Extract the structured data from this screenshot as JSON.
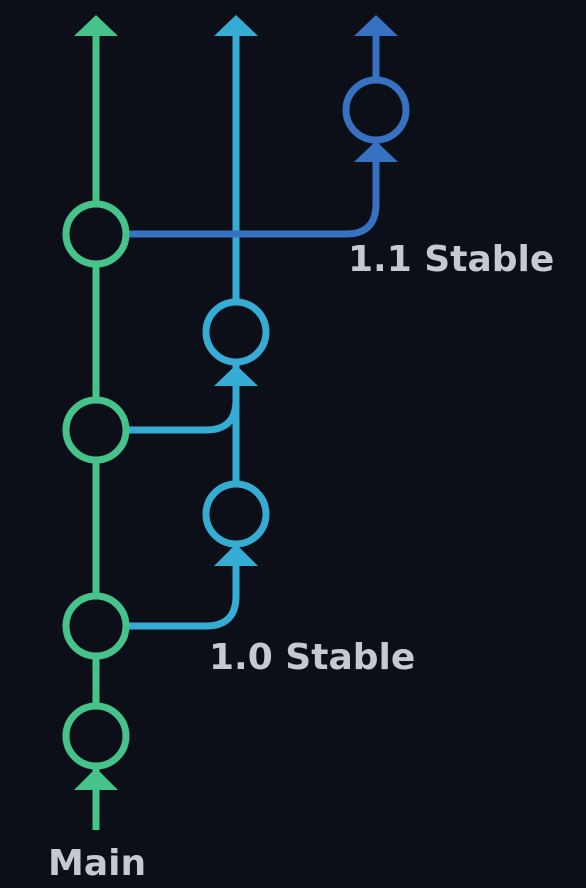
{
  "colors": {
    "background": "#0c0f18",
    "main": "#45c38b",
    "stable_1_0": "#35acd4",
    "stable_1_1": "#3772c2",
    "label": "#c4c9d2"
  },
  "labels": {
    "main": "Main",
    "stable_1_0": "1.0 Stable",
    "stable_1_1": "1.1 Stable"
  }
}
